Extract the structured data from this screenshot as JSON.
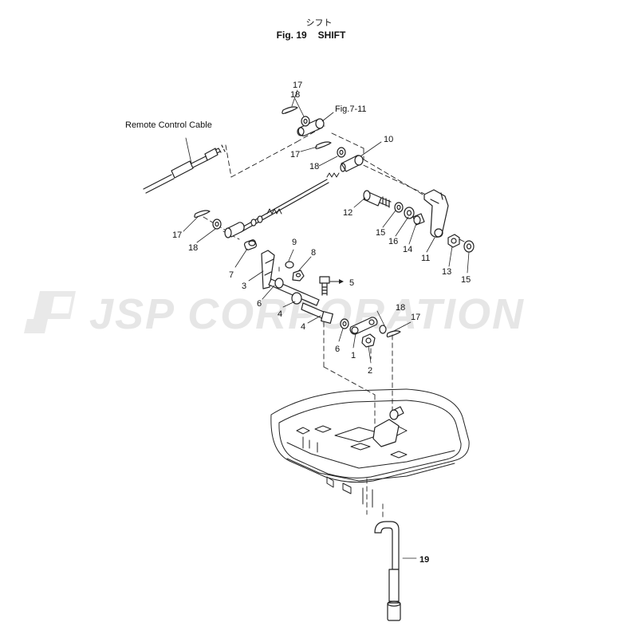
{
  "header": {
    "title_jp": "シフト",
    "fig_number": "Fig. 19",
    "fig_name": "SHIFT"
  },
  "watermark": {
    "text": "JSP CORPORATION"
  },
  "labels": {
    "remote_control_cable": "Remote Control Cable",
    "fig_ref": "Fig.7-11",
    "p1": "1",
    "p2": "2",
    "p3": "3",
    "p4a": "4",
    "p4b": "4",
    "p5": "5",
    "p6a": "6",
    "p6b": "6",
    "p7": "7",
    "p8": "8",
    "p9": "9",
    "p10": "10",
    "p11": "11",
    "p12": "12",
    "p13": "13",
    "p14": "14",
    "p15a": "15",
    "p15b": "15",
    "p16": "16",
    "p17a": "17",
    "p17b": "17",
    "p17c": "17",
    "p17d": "17",
    "p18a": "18",
    "p18b": "18",
    "p18c": "18",
    "p18d": "18",
    "p19": "19"
  },
  "colors": {
    "line": "#222222",
    "watermark": "#e6e6e6"
  }
}
